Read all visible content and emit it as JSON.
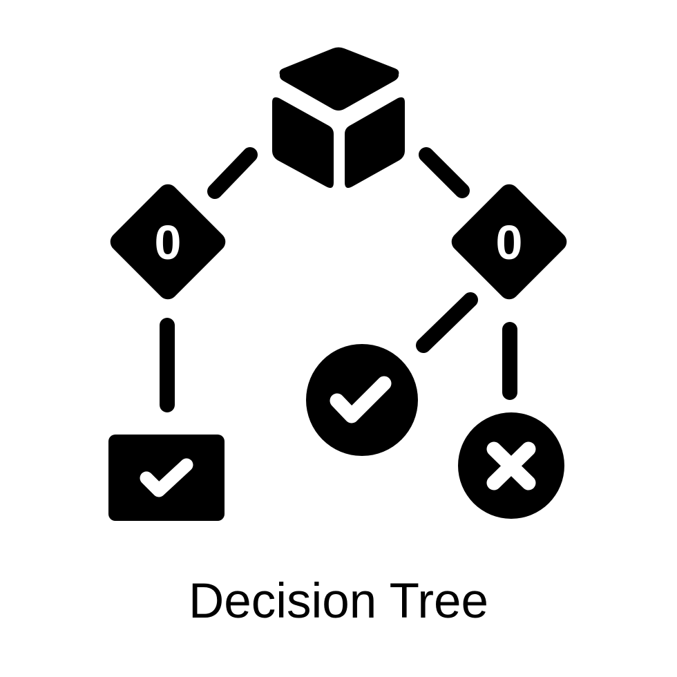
{
  "caption": "Decision Tree",
  "nodes": {
    "left_decision_label": "0",
    "right_decision_label": "0"
  },
  "icons": {
    "root": "cube-icon",
    "left_decision": "diamond-node-icon",
    "right_decision": "diamond-node-icon",
    "left_leaf": "checkmark-card-icon",
    "middle_leaf": "checkmark-circle-icon",
    "right_leaf": "x-circle-icon"
  },
  "colors": {
    "ink": "#000000",
    "background": "#ffffff"
  }
}
